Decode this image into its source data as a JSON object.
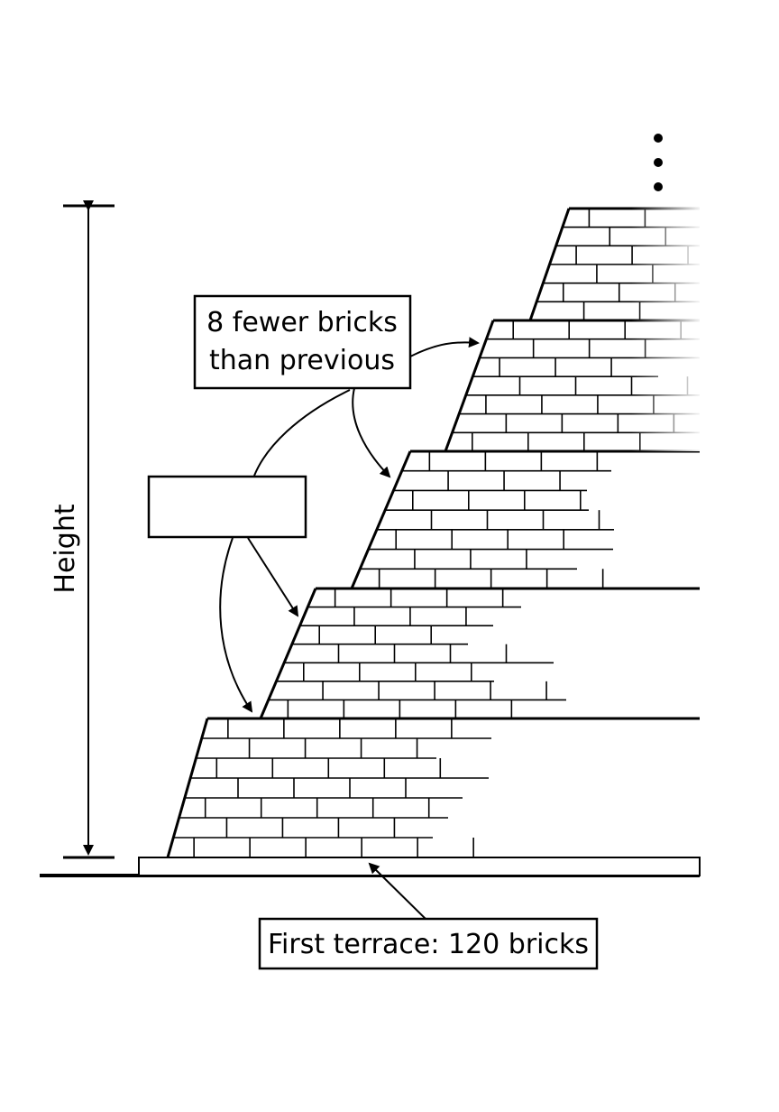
{
  "labels": {
    "decrease_line1": "8 fewer bricks",
    "decrease_line2": "than previous",
    "first_terrace": "First terrace: 120 bricks",
    "height": "Height",
    "blank_box": ""
  },
  "colors": {
    "ink": "#000000",
    "paper": "#ffffff"
  }
}
